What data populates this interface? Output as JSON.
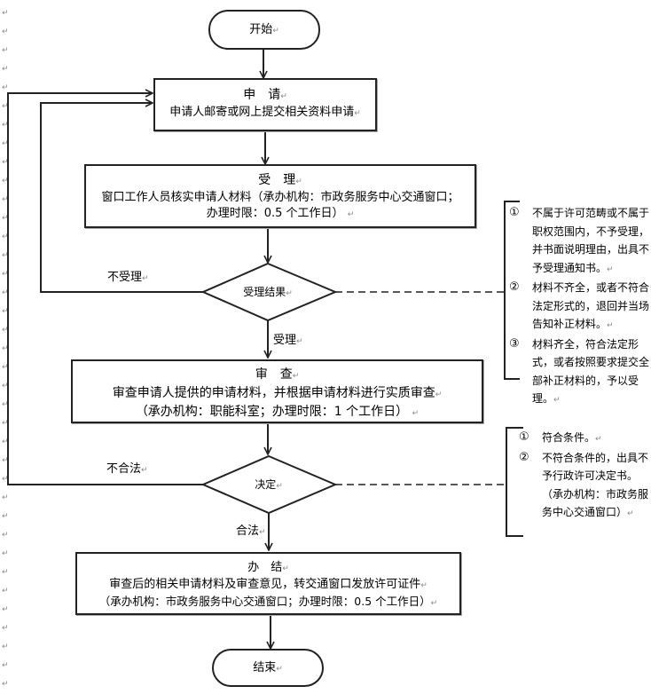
{
  "paragraph_mark": "↵",
  "nodes": {
    "start": {
      "label": "开始"
    },
    "apply": {
      "title": "申　请",
      "lines": [
        "申请人邮寄或网上提交相关资料申请"
      ]
    },
    "accept": {
      "title": "受　理",
      "lines": [
        "窗口工作人员核实申请人材料（承办机构：市政务服务中心交通窗口；",
        "办理时限：0.5 个工作日）"
      ]
    },
    "accept_decision": {
      "label": "受理结果"
    },
    "review": {
      "title": "审　查",
      "lines": [
        "审查申请人提供的申请材料，并根据申请材料进行实质审查",
        "（承办机构：职能科室；办理时限：1 个工作日）"
      ]
    },
    "decide": {
      "label": "决定"
    },
    "finish": {
      "title": "办　结",
      "lines": [
        "审查后的相关申请材料及审查意见，转交通窗口发放许可证件",
        "（承办机构：市政务服务中心交通窗口；办理时限：0.5 个工作日）"
      ]
    },
    "end": {
      "label": "结束"
    }
  },
  "edges": {
    "not_accepted": "不受理",
    "accepted": "受理",
    "illegal": "不合法",
    "legal": "合法"
  },
  "notes": {
    "accept_notes": [
      {
        "num": "①",
        "text": "不属于许可范畴或不属于职权范围内，不予受理，并书面说明理由，出具不予受理通知书。"
      },
      {
        "num": "②",
        "text": "材料不齐全，或者不符合法定形式的，退回并当场告知补正材料。"
      },
      {
        "num": "③",
        "text": "材料齐全，符合法定形式，或者按照要求提交全部补正材料的，予以受理。"
      }
    ],
    "decide_notes": [
      {
        "num": "①",
        "text": "符合条件。"
      },
      {
        "num": "②",
        "text": "不符合条件的，出具不予行政许可决定书。（承办机构：市政务服务中心交通窗口）"
      }
    ]
  },
  "colors": {
    "line": "#222222",
    "paragraph_mark": "#8a8a8a"
  }
}
